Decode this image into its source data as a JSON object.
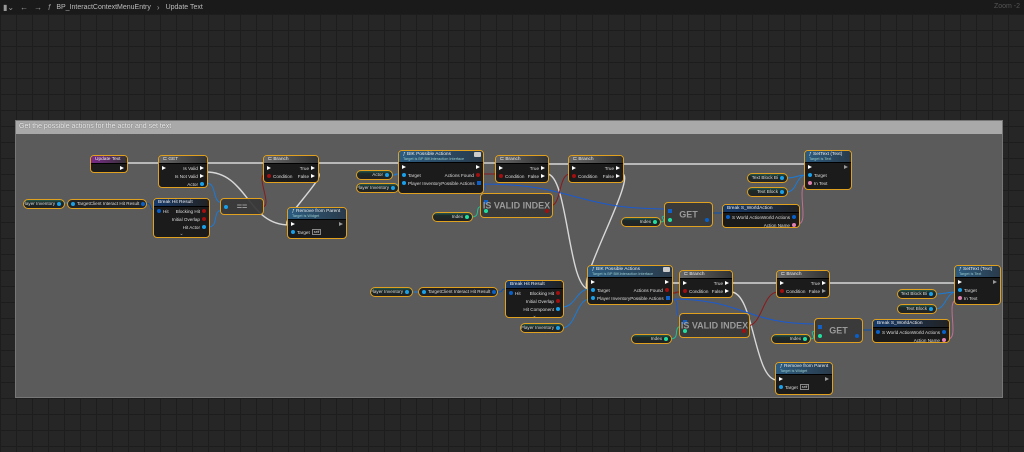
{
  "topbar": {
    "breadcrumb_root": "BP_InteractContextMenuEntry",
    "breadcrumb_current": "Update Text",
    "zoom": "Zoom -2"
  },
  "comment": "Get the possible actions for the actor and set text",
  "pin_colors": {
    "exec": "#ffffff",
    "object": "#1aa0e8",
    "bool": "#a01010",
    "int": "#20e0a0",
    "text": "#e080b0",
    "struct": "#0860c8",
    "array": "#1060c8"
  },
  "nodes": [
    {
      "id": "ev",
      "kind": "event",
      "title": "Update Text",
      "rows": [
        {
          "r": {
            "t": "exec"
          }
        }
      ]
    },
    {
      "id": "get_valid",
      "kind": "macro",
      "title": "GET",
      "rows": [
        {
          "l": {
            "t": "exec"
          },
          "r": {
            "label": "Is Valid",
            "t": "exec"
          }
        },
        {
          "r": {
            "label": "Is Not Valid",
            "t": "exec"
          }
        },
        {
          "r": {
            "label": "Actor",
            "t": "object"
          }
        }
      ]
    },
    {
      "id": "pinv1",
      "kind": "var",
      "rows": [
        {
          "r": {
            "label": "Player Inventory",
            "t": "object"
          }
        }
      ]
    },
    {
      "id": "cihr1",
      "kind": "pill",
      "rows": [
        {
          "l": {
            "label": "Target",
            "t": "object"
          },
          "r": {
            "label": "Client Interact Hit Result",
            "t": "struct"
          }
        }
      ]
    },
    {
      "id": "bhr1",
      "kind": "break",
      "title": "Break Hit Result",
      "expand": "⌄",
      "rows": [
        {
          "l": {
            "label": "Hit",
            "t": "struct"
          },
          "r": {
            "label": "Blocking Hit",
            "t": "bool"
          }
        },
        {
          "r": {
            "label": "Initial Overlap",
            "t": "bool"
          }
        },
        {
          "r": {
            "label": "Hit Actor",
            "t": "object"
          }
        }
      ]
    },
    {
      "id": "eq",
      "kind": "compact",
      "big": "==",
      "rows": [
        {
          "l": {
            "t": "object"
          }
        },
        {
          "l": {
            "t": "object"
          },
          "r": {
            "t": "bool"
          }
        }
      ]
    },
    {
      "id": "br1",
      "kind": "macro",
      "title": "Branch",
      "rows": [
        {
          "l": {
            "t": "exec"
          },
          "r": {
            "label": "True",
            "t": "exec"
          }
        },
        {
          "l": {
            "label": "Condition",
            "t": "bool"
          },
          "r": {
            "label": "False",
            "t": "exec"
          }
        }
      ]
    },
    {
      "id": "rfp1",
      "kind": "function",
      "title": "Remove from Parent",
      "sub": "Target is Widget",
      "rows": [
        {
          "l": {
            "t": "exec"
          },
          "r": {
            "t": "exec-hollow"
          }
        },
        {
          "l": {
            "label": "Target",
            "t": "object",
            "self": "self"
          }
        }
      ]
    },
    {
      "id": "actor",
      "kind": "var",
      "rows": [
        {
          "r": {
            "label": "Actor",
            "t": "object"
          }
        }
      ]
    },
    {
      "id": "pinv2",
      "kind": "var",
      "rows": [
        {
          "r": {
            "label": "Player Inventory",
            "t": "object"
          }
        }
      ]
    },
    {
      "id": "bik1",
      "kind": "function",
      "title": "BIK Possible Actions",
      "sub": "Target is BP BIKInteraction Interface",
      "msg": true,
      "rows": [
        {
          "l": {
            "t": "exec"
          },
          "r": {
            "t": "exec"
          }
        },
        {
          "l": {
            "label": "Target",
            "t": "object"
          },
          "r": {
            "label": "Actions Found",
            "t": "bool"
          }
        },
        {
          "l": {
            "label": "Player Inventory",
            "t": "object"
          },
          "r": {
            "label": "Possible Actions",
            "t": "array"
          }
        }
      ]
    },
    {
      "id": "br2",
      "kind": "macro",
      "title": "Branch",
      "rows": [
        {
          "l": {
            "t": "exec"
          },
          "r": {
            "label": "True",
            "t": "exec"
          }
        },
        {
          "l": {
            "label": "Condition",
            "t": "bool"
          },
          "r": {
            "label": "False",
            "t": "exec"
          }
        }
      ]
    },
    {
      "id": "iv1",
      "kind": "compact",
      "big": "IS VALID INDEX",
      "rows": [
        {
          "l": {
            "t": "array"
          }
        },
        {
          "l": {
            "t": "int"
          },
          "r": {
            "t": "bool"
          }
        }
      ]
    },
    {
      "id": "idx1",
      "kind": "var",
      "rows": [
        {
          "r": {
            "label": "Index",
            "t": "int"
          }
        }
      ]
    },
    {
      "id": "br3",
      "kind": "macro",
      "title": "Branch",
      "rows": [
        {
          "l": {
            "t": "exec"
          },
          "r": {
            "label": "True",
            "t": "exec"
          }
        },
        {
          "l": {
            "label": "Condition",
            "t": "bool"
          },
          "r": {
            "label": "False",
            "t": "exec"
          }
        }
      ]
    },
    {
      "id": "idx2",
      "kind": "var",
      "rows": [
        {
          "r": {
            "label": "Index",
            "t": "int"
          }
        }
      ]
    },
    {
      "id": "get1",
      "kind": "compact",
      "big": "GET",
      "rows": [
        {
          "l": {
            "t": "array"
          }
        },
        {
          "l": {
            "t": "int"
          },
          "r": {
            "t": "struct"
          }
        }
      ]
    },
    {
      "id": "bsw1",
      "kind": "break",
      "title": "Break S_WorldAction",
      "rows": [
        {
          "l": {
            "label": "S World Action",
            "t": "struct"
          },
          "r": {
            "label": "World Actions",
            "t": "struct"
          }
        },
        {
          "r": {
            "label": "Action Name",
            "t": "text"
          }
        }
      ]
    },
    {
      "id": "tbb1",
      "kind": "var",
      "rows": [
        {
          "r": {
            "label": "Text Block Bi",
            "t": "object"
          }
        }
      ]
    },
    {
      "id": "tb1",
      "kind": "var",
      "rows": [
        {
          "r": {
            "label": "Text Block",
            "t": "object"
          }
        }
      ]
    },
    {
      "id": "set1",
      "kind": "function",
      "title": "SetText (Text)",
      "sub": "Target is Text",
      "rows": [
        {
          "l": {
            "t": "exec"
          },
          "r": {
            "t": "exec-hollow"
          }
        },
        {
          "l": {
            "label": "Target",
            "t": "object"
          }
        },
        {
          "l": {
            "label": "In Text",
            "t": "text"
          }
        }
      ]
    },
    {
      "id": "pinv3",
      "kind": "var",
      "rows": [
        {
          "r": {
            "label": "Player Inventory",
            "t": "object"
          }
        }
      ]
    },
    {
      "id": "cihr2",
      "kind": "pill",
      "rows": [
        {
          "l": {
            "label": "Target",
            "t": "object"
          },
          "r": {
            "label": "Client Interact Hit Result",
            "t": "struct"
          }
        }
      ]
    },
    {
      "id": "bhr2",
      "kind": "break",
      "title": "Break Hit Result",
      "expand": "⌄",
      "rows": [
        {
          "l": {
            "label": "Hit",
            "t": "struct"
          },
          "r": {
            "label": "Blocking Hit",
            "t": "bool"
          }
        },
        {
          "r": {
            "label": "Initial Overlap",
            "t": "bool"
          }
        },
        {
          "r": {
            "label": "Hit Component",
            "t": "object"
          }
        }
      ]
    },
    {
      "id": "pinv4",
      "kind": "var",
      "rows": [
        {
          "r": {
            "label": "Player Inventory",
            "t": "object"
          }
        }
      ]
    },
    {
      "id": "bik2",
      "kind": "function",
      "title": "BIK Possible Actions",
      "sub": "Target is BP BIKInteraction Interface",
      "msg": true,
      "rows": [
        {
          "l": {
            "t": "exec"
          },
          "r": {
            "t": "exec"
          }
        },
        {
          "l": {
            "label": "Target",
            "t": "object"
          },
          "r": {
            "label": "Actions Found",
            "t": "bool"
          }
        },
        {
          "l": {
            "label": "Player Inventory",
            "t": "object"
          },
          "r": {
            "label": "Possible Actions",
            "t": "array"
          }
        }
      ]
    },
    {
      "id": "br4",
      "kind": "macro",
      "title": "Branch",
      "rows": [
        {
          "l": {
            "t": "exec"
          },
          "r": {
            "label": "True",
            "t": "exec"
          }
        },
        {
          "l": {
            "label": "Condition",
            "t": "bool"
          },
          "r": {
            "label": "False",
            "t": "exec"
          }
        }
      ]
    },
    {
      "id": "iv2",
      "kind": "compact",
      "big": "IS VALID INDEX",
      "rows": [
        {
          "l": {
            "t": "array"
          }
        },
        {
          "l": {
            "t": "int"
          },
          "r": {
            "t": "bool"
          }
        }
      ]
    },
    {
      "id": "idx3",
      "kind": "var",
      "rows": [
        {
          "r": {
            "label": "Index",
            "t": "int"
          }
        }
      ]
    },
    {
      "id": "br5",
      "kind": "macro",
      "title": "Branch",
      "rows": [
        {
          "l": {
            "t": "exec"
          },
          "r": {
            "label": "True",
            "t": "exec"
          }
        },
        {
          "l": {
            "label": "Condition",
            "t": "bool"
          },
          "r": {
            "label": "False",
            "t": "exec-hollow"
          }
        }
      ]
    },
    {
      "id": "idx4",
      "kind": "var",
      "rows": [
        {
          "r": {
            "label": "Index",
            "t": "int"
          }
        }
      ]
    },
    {
      "id": "get2",
      "kind": "compact",
      "big": "GET",
      "rows": [
        {
          "l": {
            "t": "array"
          }
        },
        {
          "l": {
            "t": "int"
          },
          "r": {
            "t": "struct"
          }
        }
      ]
    },
    {
      "id": "bsw2",
      "kind": "break",
      "title": "Break S_WorldAction",
      "rows": [
        {
          "l": {
            "label": "S World Action",
            "t": "struct"
          },
          "r": {
            "label": "World Actions",
            "t": "struct"
          }
        },
        {
          "r": {
            "label": "Action Name",
            "t": "text"
          }
        }
      ]
    },
    {
      "id": "tbb2",
      "kind": "var",
      "rows": [
        {
          "r": {
            "label": "Text Block Bi",
            "t": "object"
          }
        }
      ]
    },
    {
      "id": "tb2",
      "kind": "var",
      "rows": [
        {
          "r": {
            "label": "Text Block",
            "t": "object"
          }
        }
      ]
    },
    {
      "id": "set2",
      "kind": "function",
      "title": "SetText (Text)",
      "sub": "Target is Text",
      "rows": [
        {
          "l": {
            "t": "exec"
          },
          "r": {
            "t": "exec-hollow"
          }
        },
        {
          "l": {
            "label": "Target",
            "t": "object"
          }
        },
        {
          "l": {
            "label": "In Text",
            "t": "text"
          }
        }
      ]
    },
    {
      "id": "rfp2",
      "kind": "function",
      "title": "Remove from Parent",
      "sub": "Target is Widget",
      "rows": [
        {
          "l": {
            "t": "exec"
          },
          "r": {
            "t": "exec-hollow"
          }
        },
        {
          "l": {
            "label": "Target",
            "t": "object",
            "self": "self"
          }
        }
      ]
    }
  ]
}
